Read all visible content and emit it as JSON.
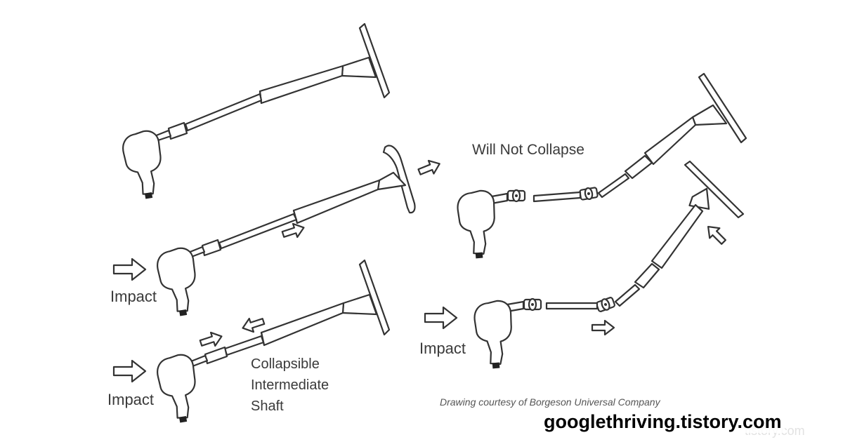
{
  "labels": {
    "impact": "Impact",
    "will_not_collapse": "Will Not Collapse",
    "collapsible_line1": "Collapsible",
    "collapsible_line2": "Intermediate",
    "collapsible_line3": "Shaft",
    "credit": "Drawing courtesy of Borgeson Universal Company",
    "blog": "googlethriving.tistory.com",
    "faint_watermark": "tistory.com"
  },
  "colors": {
    "line": "#333333",
    "text": "#3a3a3a"
  }
}
